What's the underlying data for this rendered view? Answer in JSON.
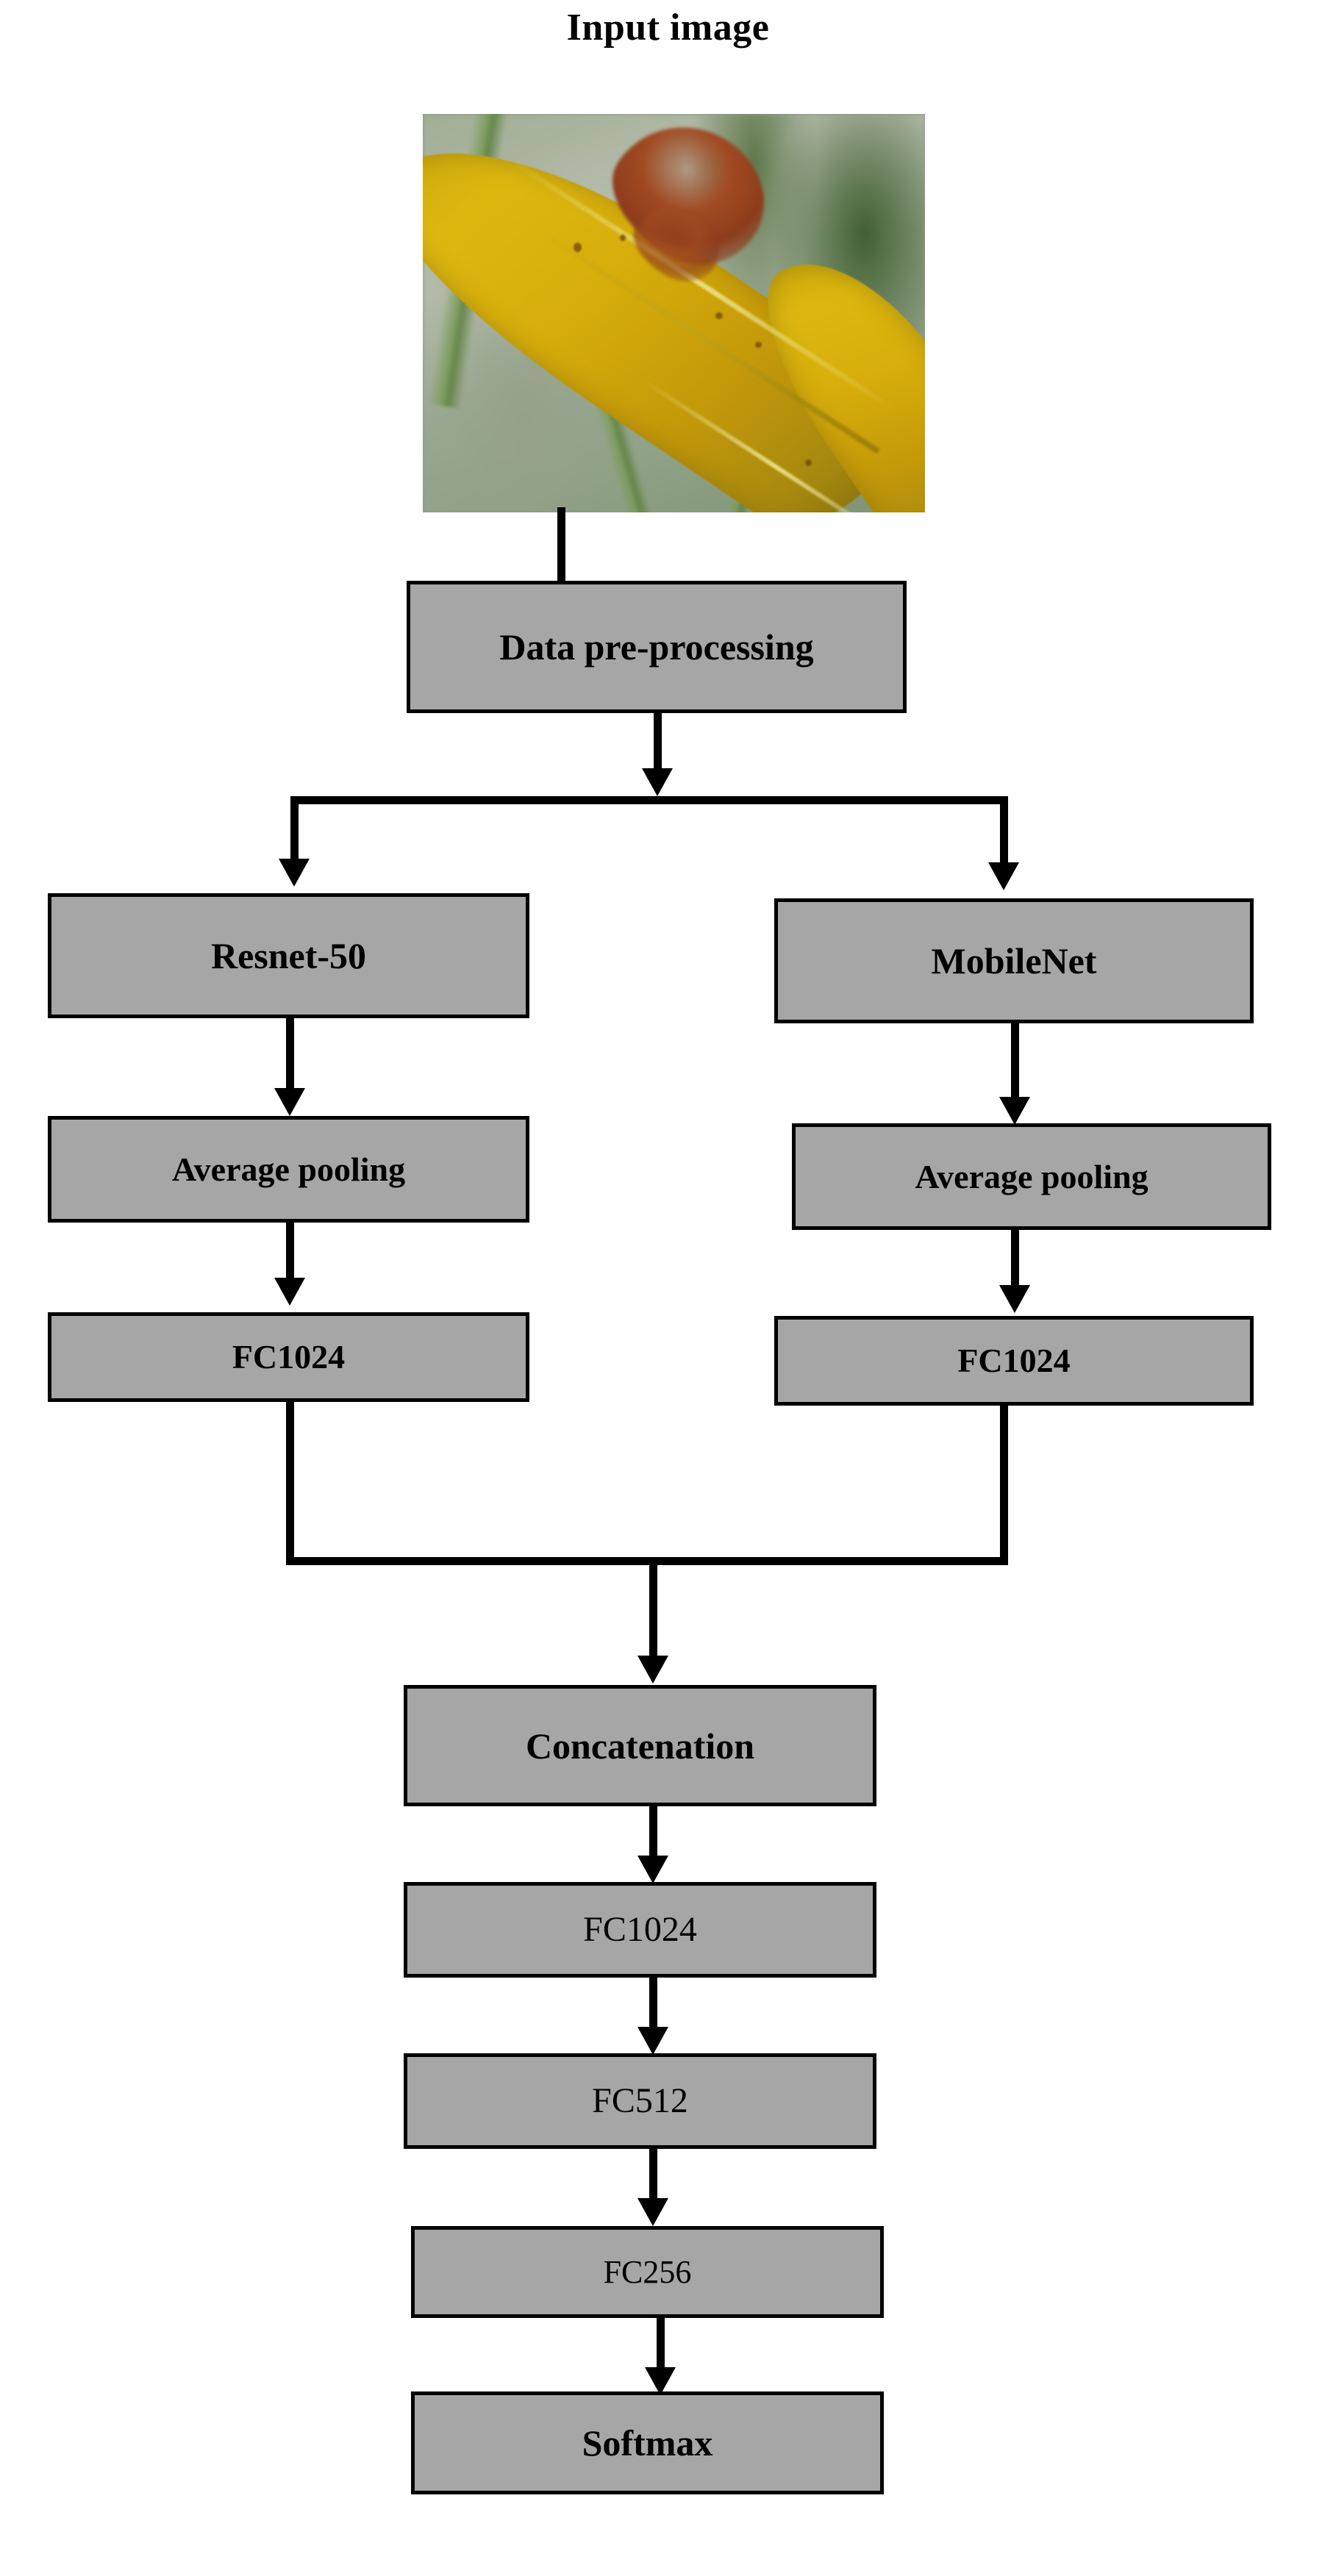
{
  "diagram": {
    "title": "Input image",
    "input_image": {
      "alt": "Close-up photograph of a yellowing leaf with a reddish-brown disease lesion near the tip, against a blurred green background",
      "subject": "diseased leaf"
    },
    "colors": {
      "box_fill": "#a6a6a6",
      "box_border": "#000000",
      "connector": "#000000",
      "background": "#ffffff",
      "text": "#000000"
    },
    "nodes": [
      {
        "id": "data-pre-processing",
        "label": "Data pre-processing"
      },
      {
        "id": "resnet50",
        "label": "Resnet-50"
      },
      {
        "id": "mobilenet",
        "label": "MobileNet"
      },
      {
        "id": "avgpool-left",
        "label": "Average pooling"
      },
      {
        "id": "avgpool-right",
        "label": "Average pooling"
      },
      {
        "id": "fc1024-left",
        "label": "FC1024"
      },
      {
        "id": "fc1024-right",
        "label": "FC1024"
      },
      {
        "id": "concatenation",
        "label": "Concatenation"
      },
      {
        "id": "fc1024-merged",
        "label": "FC1024"
      },
      {
        "id": "fc512",
        "label": "FC512"
      },
      {
        "id": "fc256",
        "label": "FC256"
      },
      {
        "id": "softmax",
        "label": "Softmax"
      }
    ],
    "edges": [
      {
        "from": "input-image",
        "to": "data-pre-processing"
      },
      {
        "from": "data-pre-processing",
        "to": "resnet50"
      },
      {
        "from": "data-pre-processing",
        "to": "mobilenet"
      },
      {
        "from": "resnet50",
        "to": "avgpool-left"
      },
      {
        "from": "mobilenet",
        "to": "avgpool-right"
      },
      {
        "from": "avgpool-left",
        "to": "fc1024-left"
      },
      {
        "from": "avgpool-right",
        "to": "fc1024-right"
      },
      {
        "from": "fc1024-left",
        "to": "concatenation"
      },
      {
        "from": "fc1024-right",
        "to": "concatenation"
      },
      {
        "from": "concatenation",
        "to": "fc1024-merged"
      },
      {
        "from": "fc1024-merged",
        "to": "fc512"
      },
      {
        "from": "fc512",
        "to": "fc256"
      },
      {
        "from": "fc256",
        "to": "softmax"
      }
    ]
  }
}
